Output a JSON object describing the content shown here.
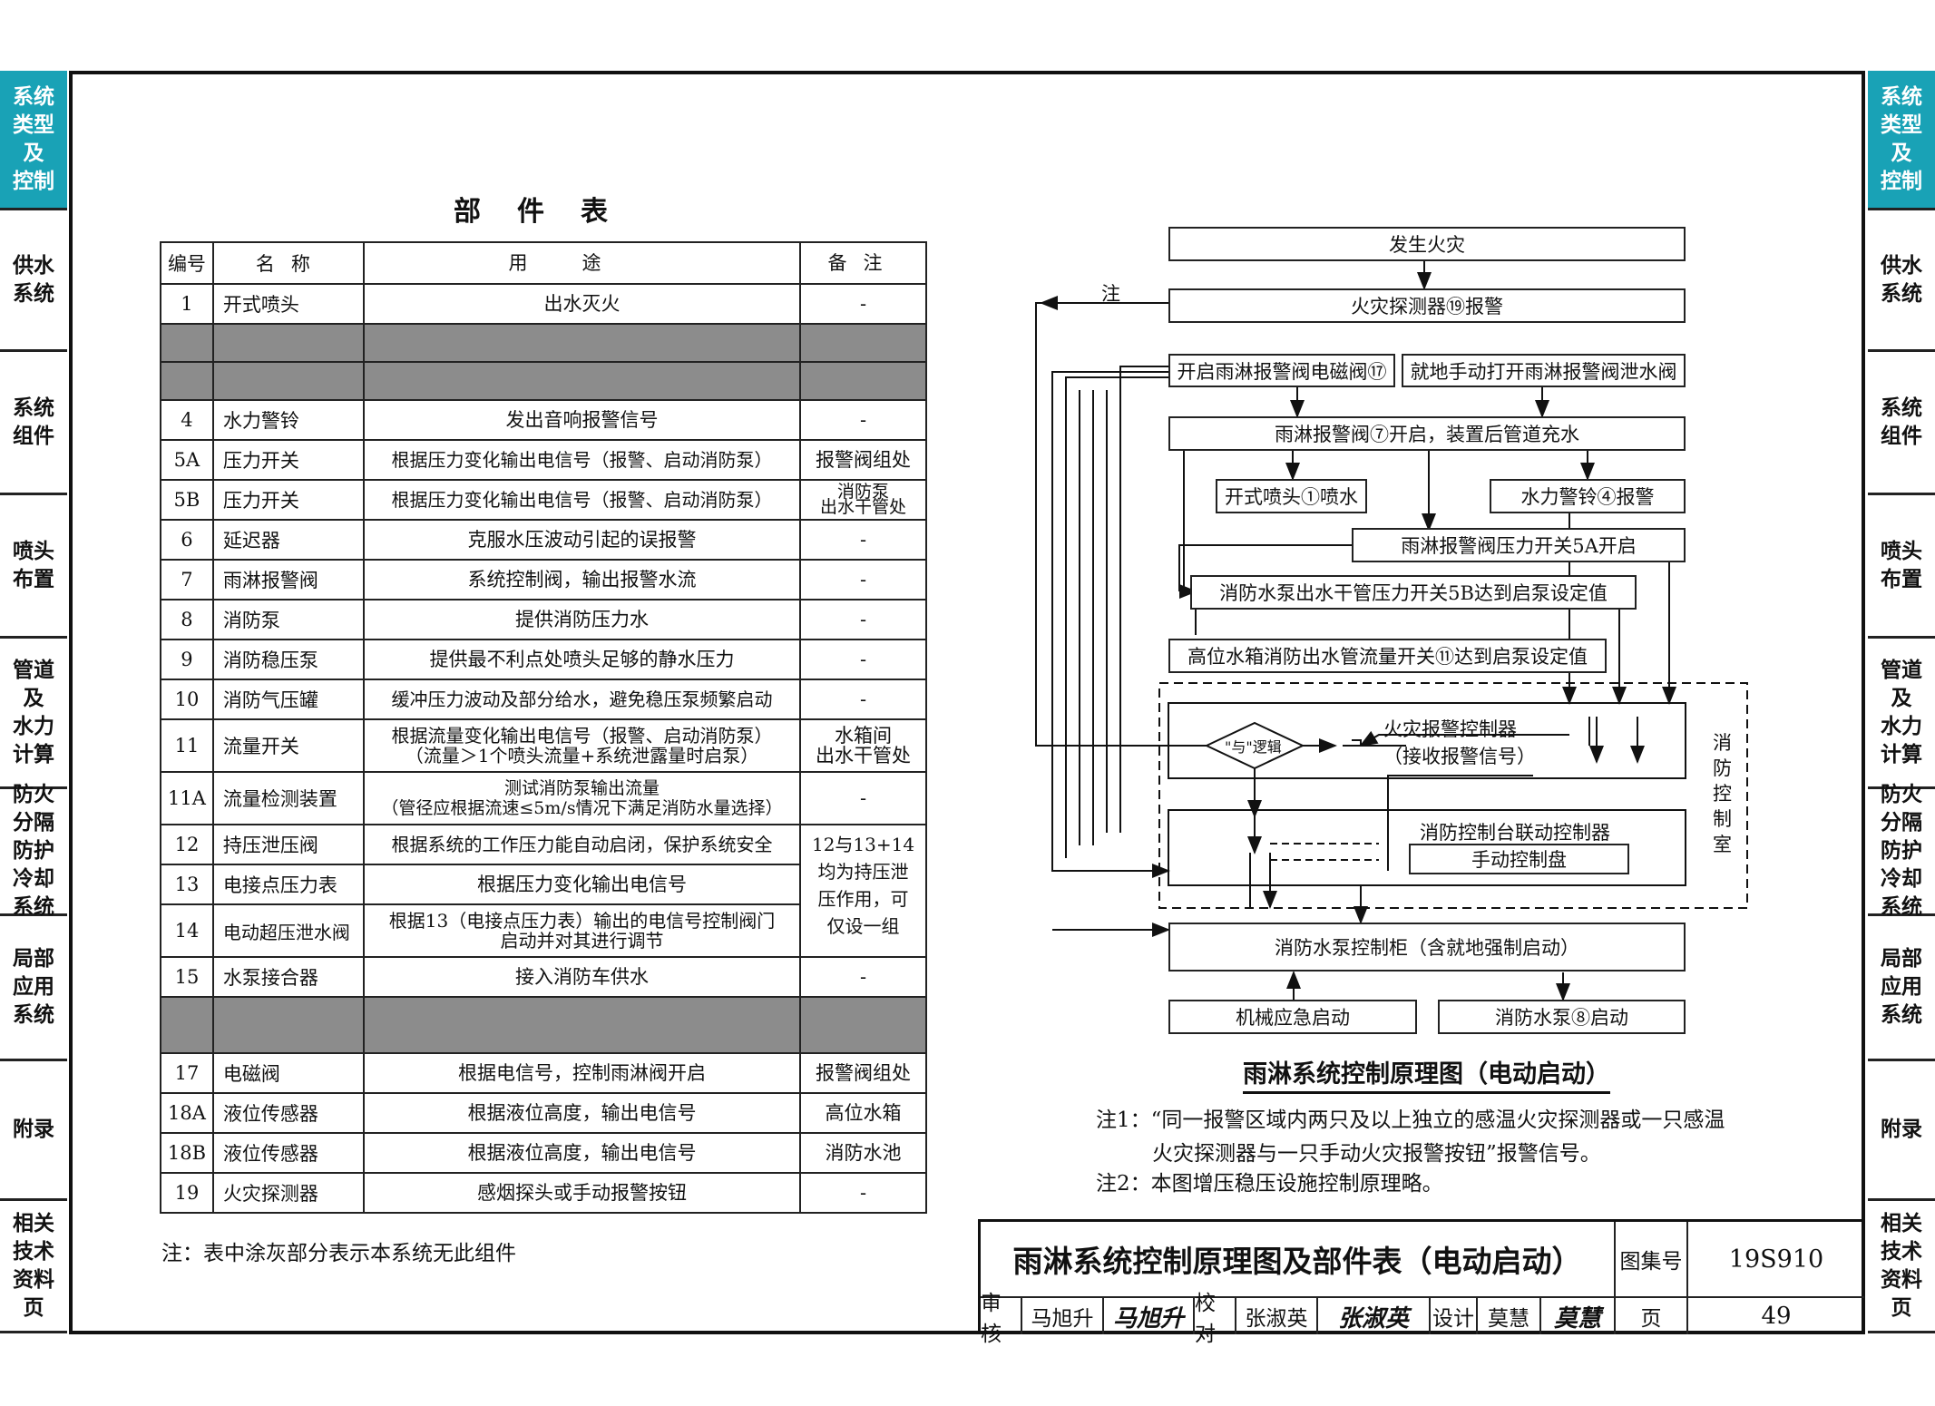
{
  "side_tabs": [
    {
      "label": "系统\n类型\n及\n控制",
      "active": true
    },
    {
      "label": "供水\n系统",
      "active": false
    },
    {
      "label": "系统\n组件",
      "active": false
    },
    {
      "label": "喷头\n布置",
      "active": false
    },
    {
      "label": "管道\n及\n水力\n计算",
      "active": false
    },
    {
      "label": "防火\n分隔\n防护\n冷却\n系统",
      "active": false
    },
    {
      "label": "局部\n应用\n系统",
      "active": false
    },
    {
      "label": "附录",
      "active": false
    },
    {
      "label": "相关\n技术\n资料\n页",
      "active": false
    }
  ],
  "parts_table": {
    "title": "部件表",
    "headers": [
      "编号",
      "名称",
      "用途",
      "备注"
    ],
    "rows": [
      [
        "1",
        "开式喷头",
        "出水灭火",
        "-"
      ],
      [
        "4",
        "水力警铃",
        "发出音响报警信号",
        "-"
      ],
      [
        "5A",
        "压力开关",
        "根据压力变化输出电信号（报警、启动消防泵）",
        "报警阀组处"
      ],
      [
        "5B",
        "压力开关",
        "根据压力变化输出电信号（报警、启动消防泵）",
        "消防泵\n出水干管处"
      ],
      [
        "6",
        "延迟器",
        "克服水压波动引起的误报警",
        "-"
      ],
      [
        "7",
        "雨淋报警阀",
        "系统控制阀，输出报警水流",
        "-"
      ],
      [
        "8",
        "消防泵",
        "提供消防压力水",
        "-"
      ],
      [
        "9",
        "消防稳压泵",
        "提供最不利点处喷头足够的静水压力",
        "-"
      ],
      [
        "10",
        "消防气压罐",
        "缓冲压力波动及部分给水，避免稳压泵频繁启动",
        "-"
      ],
      [
        "11",
        "流量开关",
        "根据流量变化输出电信号（报警、启动消防泵）\n（流量＞1个喷头流量+系统泄露量时启泵）",
        "水箱间\n出水干管处"
      ],
      [
        "11A",
        "流量检测装置",
        "测试消防泵输出流量\n（管径应根据流速≤5m/s情况下满足消防水量选择）",
        "-"
      ],
      [
        "12",
        "持压泄压阀",
        "根据系统的工作压力能自动启闭，保护系统安全",
        "12与13+14\n均为持压泄\n压作用，可\n仅设一组"
      ],
      [
        "13",
        "电接点压力表",
        "根据压力变化输出电信号",
        ""
      ],
      [
        "14",
        "电动超压泄水阀",
        "根据13（电接点压力表）输出的电信号控制阀门\n启动并对其进行调节",
        ""
      ],
      [
        "15",
        "水泵接合器",
        "接入消防车供水",
        "-"
      ],
      [
        "17",
        "电磁阀",
        "根据电信号，控制雨淋阀开启",
        "报警阀组处"
      ],
      [
        "18A",
        "液位传感器",
        "根据液位高度，输出电信号",
        "高位水箱"
      ],
      [
        "18B",
        "液位传感器",
        "根据液位高度，输出电信号",
        "消防水池"
      ],
      [
        "19",
        "火灾探测器",
        "感烟探头或手动报警按钮",
        "-"
      ]
    ],
    "note": "注：表中涂灰部分表示本系统无此组件"
  },
  "diagram": {
    "boxes": {
      "fire": "发生火灾",
      "detector": "火灾探测器⑲报警",
      "solenoid": "开启雨淋报警阀电磁阀⑰",
      "manual_drain": "就地手动打开雨淋报警阀泄水阀",
      "deluge_valve": "雨淋报警阀⑦开启，装置后管道充水",
      "open_head": "开式喷头①喷水",
      "bell": "水力警铃④报警",
      "switch_5a": "雨淋报警阀压力开关5A开启",
      "switch_5b": "消防水泵出水干管压力开关5B达到启泵设定值",
      "flow_11": "高位水箱消防出水管流量开关⑪达到启泵设定值",
      "fire_alarm_ctrl": "火灾报警控制器",
      "fire_alarm_ctrl_sub": "（接收报警信号）",
      "and_logic": "\"与\"逻辑",
      "linkage_ctrl": "消防控制台联动控制器",
      "manual_panel": "手动控制盘",
      "pump_cabinet": "消防水泵控制柜（含就地强制启动）",
      "mech_start": "机械应急启动",
      "pump_start": "消防水泵⑧启动"
    },
    "room_label": "消\n防\n控\n制\n室",
    "note_mark": "注",
    "title": "雨淋系统控制原理图（电动启动）",
    "notes": [
      "注1：“同一报警区域内两只及以上独立的感温火灾探测器或一只感温",
      "火灾探测器与一只手动火灾报警按钮”报警信号。",
      "注2：本图增压稳压设施控制原理略。"
    ]
  },
  "title_block": {
    "title": "雨淋系统控制原理图及部件表（电动启动）",
    "atlas_label": "图集号",
    "atlas_no": "19S910",
    "review_label": "审核",
    "reviewer": "马旭升",
    "reviewer_sig": "马旭升",
    "check_label": "校对",
    "checker": "张淑英",
    "checker_sig": "张淑英",
    "design_label": "设计",
    "designer": "莫慧",
    "designer_sig": "莫慧",
    "page_label": "页",
    "page_no": "49"
  }
}
